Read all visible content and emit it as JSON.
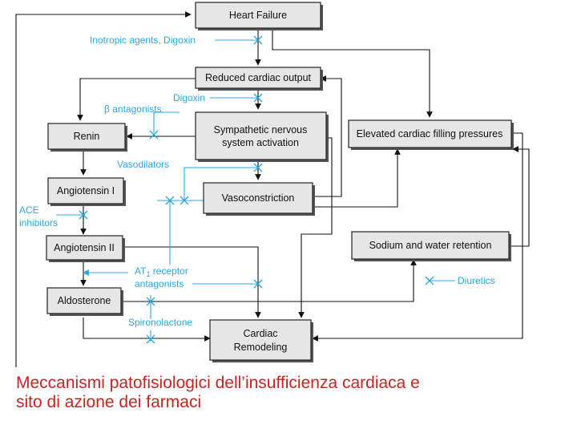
{
  "boxes": {
    "heart_failure": "Heart Failure",
    "reduced_output": "Reduced cardiac output",
    "renin": "Renin",
    "sympathetic_1": "Sympathetic nervous",
    "sympathetic_2": "system activation",
    "elevated_filling": "Elevated cardiac filling pressures",
    "angiotensin_1": "Angiotensin I",
    "vasoconstriction": "Vasoconstriction",
    "angiotensin_2": "Angiotensin II",
    "sodium_water": "Sodium and water retention",
    "aldosterone": "Aldosterone",
    "remodeling_1": "Cardiac",
    "remodeling_2": "Remodeling"
  },
  "drugs": {
    "inotropic": "Inotropic agents, Digoxin",
    "digoxin": "Digoxin",
    "beta": "β antagonists",
    "vasodilators": "Vasodilators",
    "ace_1": "ACE",
    "ace_2": "inhibitors",
    "at1_prefix": "AT",
    "at1_sub": "1",
    "at1_suffix": " receptor",
    "at1_line2": "antagonists",
    "diuretics": "Diuretics",
    "spironolactone": "Spironolactone"
  },
  "caption": {
    "line1": "Meccanismi patofisiologici dell’insufficienza cardiaca e",
    "line2": "sito di azione dei farmaci"
  },
  "colors": {
    "drug_lines": "#29a8e0",
    "caption": "#cc2222",
    "box_fill": "#e6e6e6"
  }
}
